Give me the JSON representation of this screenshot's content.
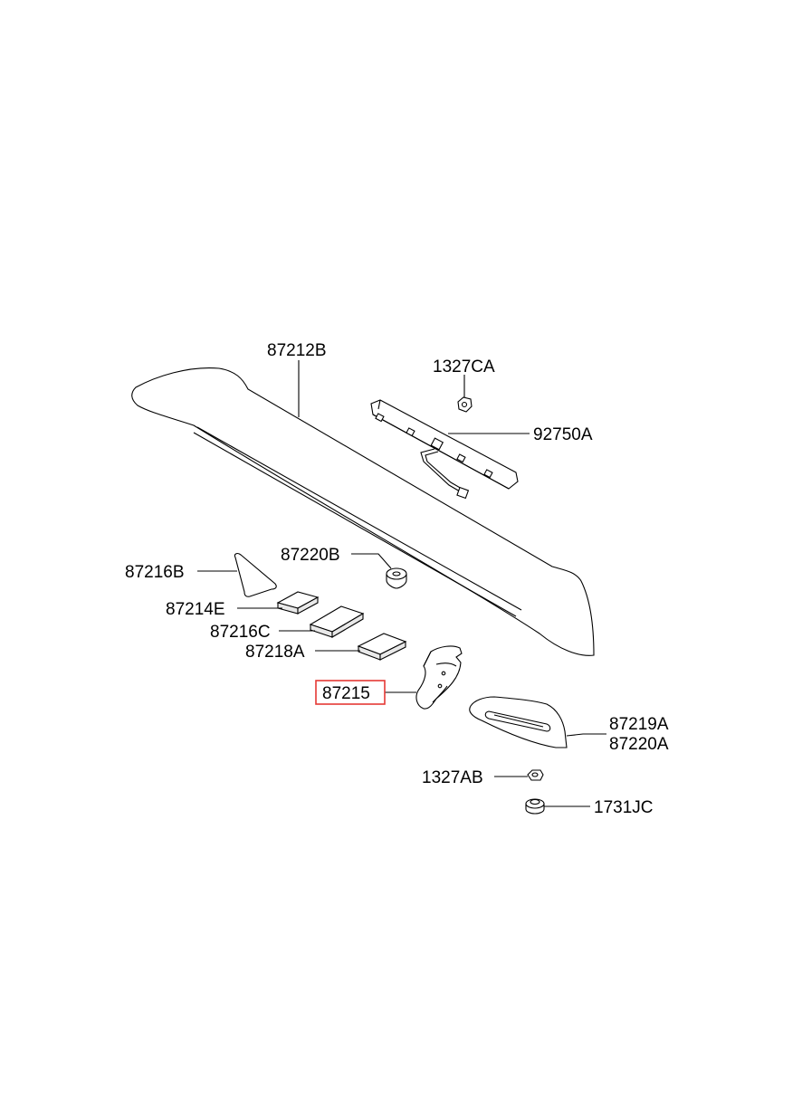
{
  "diagram": {
    "labels": {
      "spoiler": "87212B",
      "nut_top": "1327CA",
      "stop_lamp": "92750A",
      "grommet": "87220B",
      "pad_triangle": "87216B",
      "pad_small": "87214E",
      "pad_medium": "87216C",
      "pad_large": "87218A",
      "bracket": "87215",
      "cover_a": "87219A",
      "cover_b": "87220A",
      "nut_bottom": "1327AB",
      "plug": "1731JC"
    },
    "highlight": {
      "part": "87215",
      "color": "#e53935"
    }
  }
}
